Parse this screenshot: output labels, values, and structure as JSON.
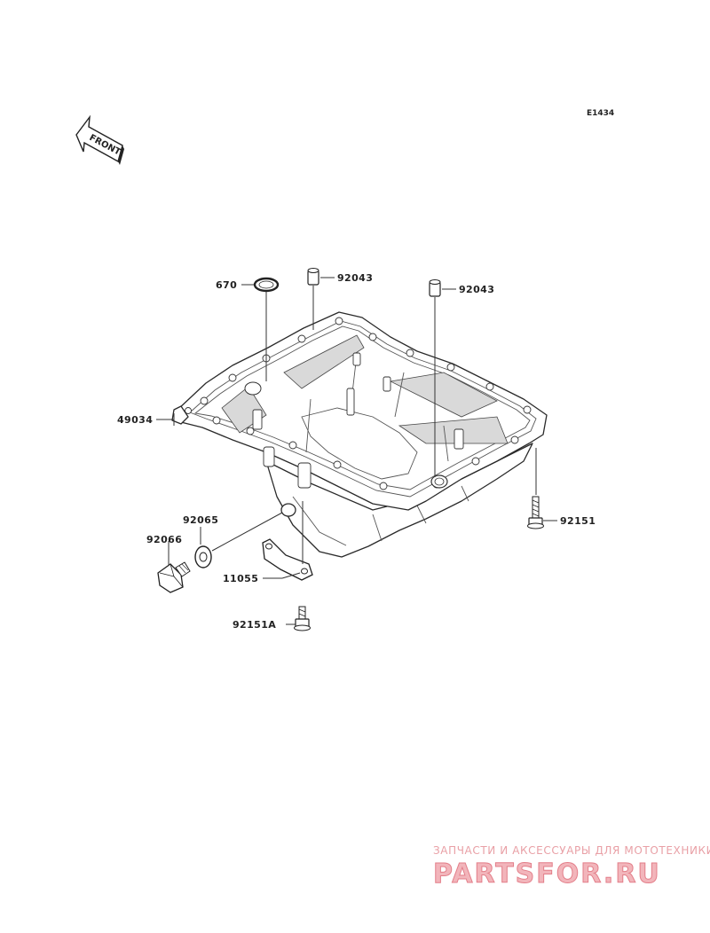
{
  "diagram": {
    "code": "E1434",
    "front_label": "FRONT",
    "callouts": {
      "p670": "670",
      "p92043a": "92043",
      "p92043b": "92043",
      "p49034": "49034",
      "p92065": "92065",
      "p92066": "92066",
      "p11055": "11055",
      "p92151": "92151",
      "p92151a": "92151A"
    }
  },
  "watermark": {
    "tagline": "ЗАПЧАСТИ И АКСЕССУАРЫ ДЛЯ МОТОТЕХНИКИ",
    "brand": "PARTSFOR.RU"
  },
  "colors": {
    "ink": "#2a2a2a",
    "shade": "#d9d9d9",
    "watermark": "#e37e89"
  }
}
